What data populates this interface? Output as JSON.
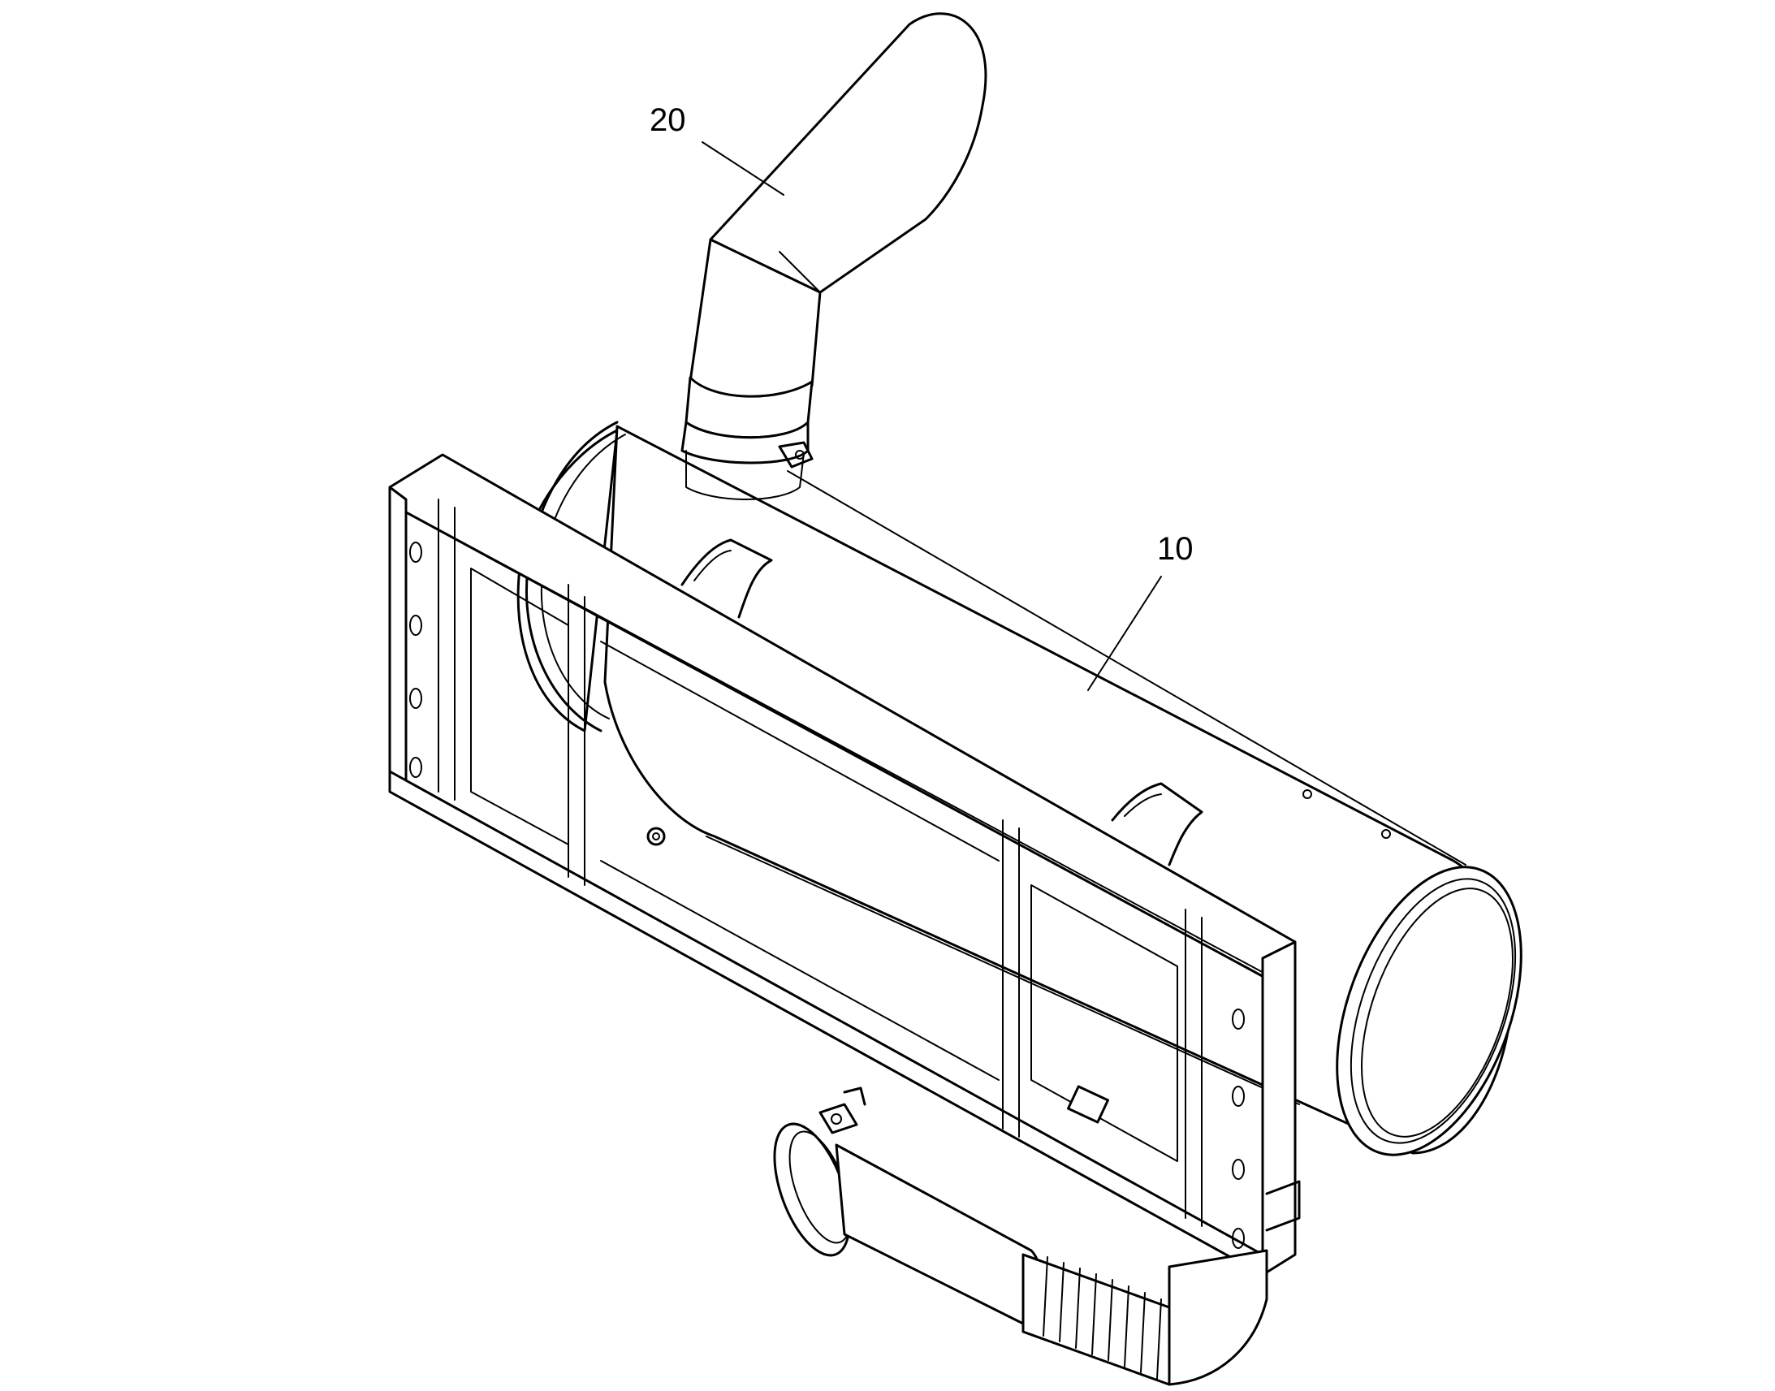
{
  "callouts": [
    {
      "id": "20",
      "label": "20"
    },
    {
      "id": "10",
      "label": "10"
    }
  ]
}
